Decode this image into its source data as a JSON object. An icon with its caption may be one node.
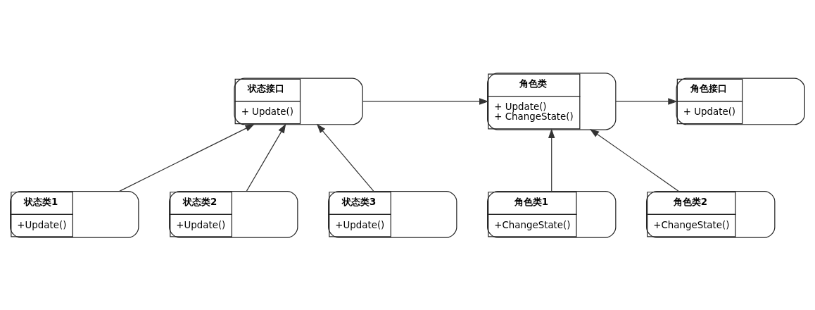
{
  "diagram": {
    "nodes": [
      {
        "text": [
          "角色接口",
          "+ Update()"
        ]
      },
      {
        "text": [
          "角色类",
          "+ Update()",
          "+ ChangeState()"
        ]
      },
      {
        "text": [
          "状态接口",
          "+ Update()"
        ]
      },
      {
        "text": [
          "角色类1",
          "+ChangeState()"
        ]
      },
      {
        "text": [
          "角色类2",
          "+ChangeState()"
        ]
      },
      {
        "text": [
          "状态类1",
          "+Update()"
        ]
      },
      {
        "text": [
          "状态类2",
          "+Update()"
        ]
      },
      {
        "text": [
          "状态类3",
          "+Update()"
        ]
      }
    ],
    "edges": [
      {
        "from": 1,
        "to": 0,
        "arrow": "to"
      },
      {
        "from": 2,
        "to": 1,
        "arrow": "to"
      },
      {
        "from": 3,
        "to": 1,
        "arrow": "to"
      },
      {
        "from": 4,
        "to": 1,
        "arrow": "to"
      },
      {
        "from": 5,
        "to": 2,
        "arrow": "to"
      },
      {
        "from": 6,
        "to": 2,
        "arrow": "to"
      },
      {
        "from": 7,
        "to": 2,
        "arrow": "to"
      }
    ]
  }
}
